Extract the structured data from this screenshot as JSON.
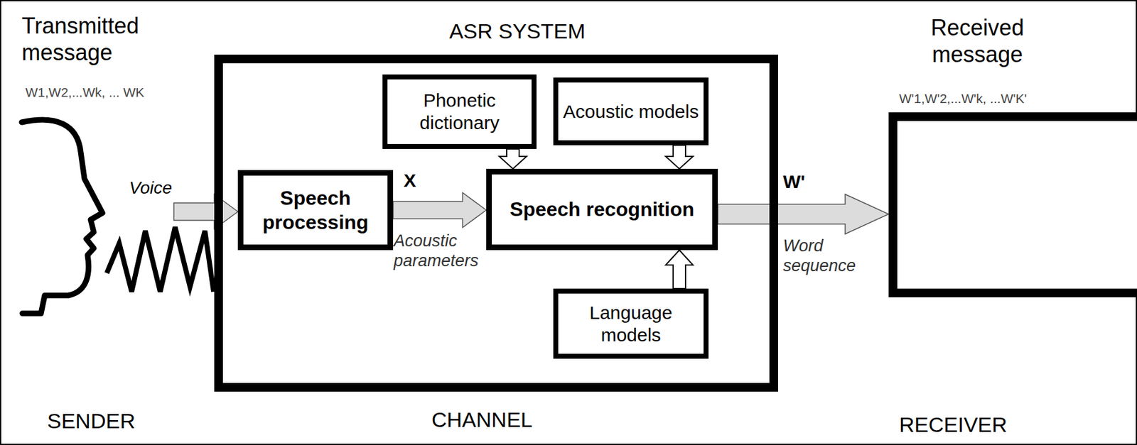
{
  "diagram": {
    "nodes": [
      {
        "text": [
          "ASR SYSTEM"
        ]
      },
      {
        "text": [
          "Phonetic dictionary"
        ],
        "in": 0
      },
      {
        "text": [
          "Acoustic models"
        ],
        "in": 0
      },
      {
        "text": [
          "Speech processing"
        ],
        "in": 0
      },
      {
        "text": [
          "Speech recognition"
        ],
        "in": 0
      },
      {
        "text": [
          "Language models"
        ],
        "in": 0
      },
      {
        "text": [
          "Received message",
          "W'1,W'2,...W'k, ...W'K'"
        ]
      }
    ],
    "edges": [
      {
        "from": 3,
        "to": 4,
        "arrow": "to",
        "label": "X"
      },
      {
        "from": 1,
        "to": 4,
        "arrow": "to"
      },
      {
        "from": 2,
        "to": 4,
        "arrow": "to"
      },
      {
        "from": 5,
        "to": 4,
        "arrow": "to"
      },
      {
        "from": 4,
        "to": 6,
        "arrow": "to",
        "label": "W'"
      }
    ],
    "labels": [
      "Transmitted message",
      "W1,W2,...Wk, ... WK",
      "Voice",
      "Acoustic parameters",
      "Word sequence",
      "SENDER",
      "CHANNEL",
      "RECEIVER"
    ]
  }
}
